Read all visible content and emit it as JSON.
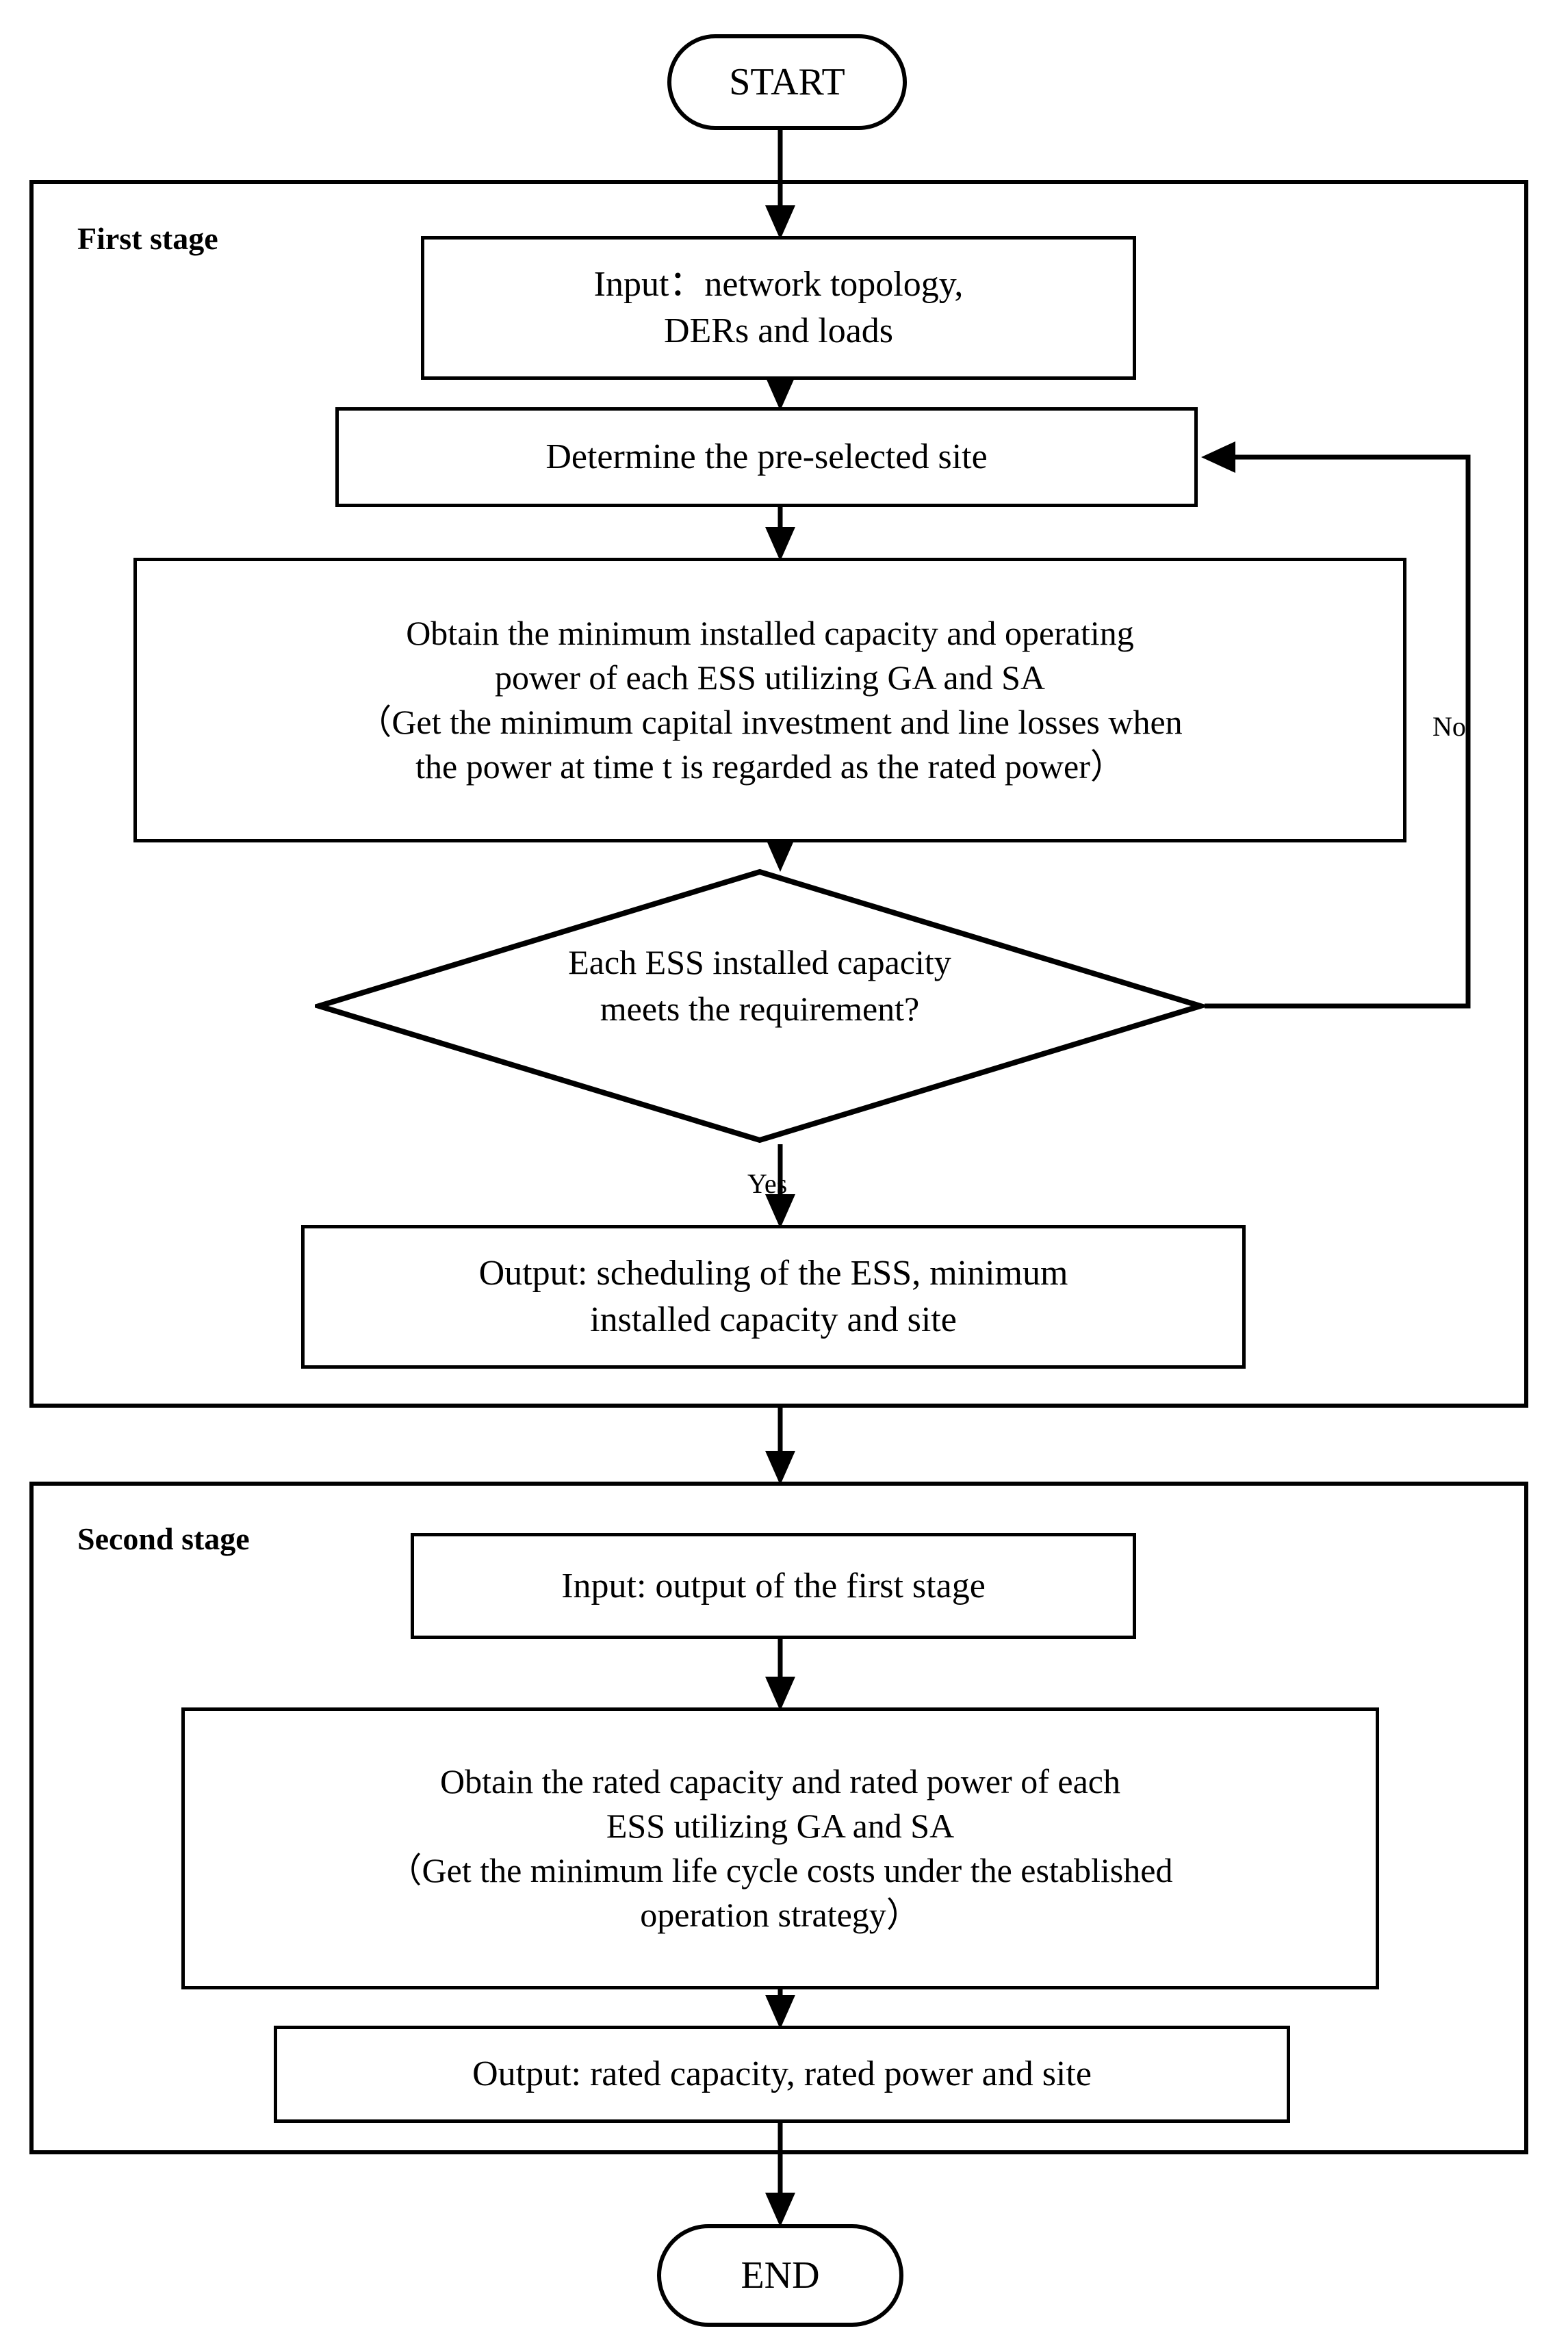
{
  "diagram": {
    "title_nodes": {
      "start": "START",
      "end": "END"
    },
    "stages": [
      {
        "label": "First stage"
      },
      {
        "label": "Second stage"
      }
    ],
    "stage1_nodes": {
      "input": "Input：network topology,\nDERs and loads",
      "determine": "Determine the pre-selected site",
      "obtain": "Obtain the minimum installed capacity and operating\npower of each ESS utilizing GA and SA\n（Get the minimum capital investment and line losses when\nthe power at time t is regarded as the rated power）",
      "decision": "Each ESS  installed capacity\nmeets the requirement?",
      "output": "Output: scheduling of the ESS, minimum\ninstalled capacity and site"
    },
    "stage2_nodes": {
      "input": "Input: output of the first stage",
      "obtain": "Obtain the rated capacity and rated power of each\nESS utilizing GA and SA\n（Get the minimum life cycle costs under the established\noperation strategy）",
      "output": "Output: rated capacity, rated power and site"
    },
    "edge_labels": {
      "no": "No",
      "yes": "Yes"
    },
    "colors": {
      "stroke": "#000000",
      "fill": "#ffffff"
    }
  }
}
